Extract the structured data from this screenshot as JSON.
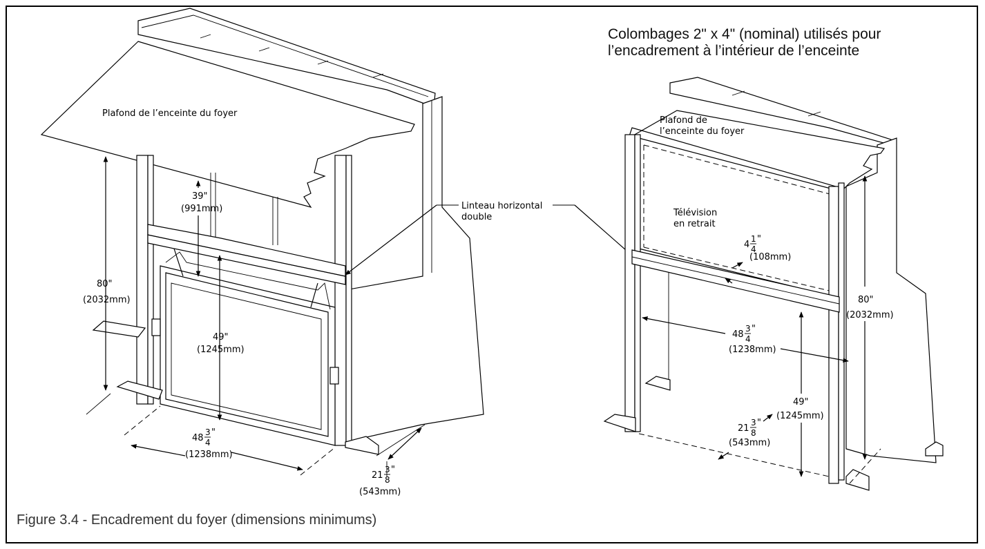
{
  "header": {
    "line1": "Colombages 2\" x 4\" (nominal) utilisés pour",
    "line2": "l’encadrement à l’intérieur de l’enceinte"
  },
  "left": {
    "ceiling": "Plafond de l’enceinte du foyer",
    "d39": "39\"",
    "d39mm": "(991mm)",
    "d80": "80\"",
    "d80mm": "(2032mm)",
    "d49": "49\"",
    "d49mm": "(1245mm)",
    "d48": "48",
    "d48frac_n": "3",
    "d48frac_d": "4",
    "d48mm": "(1238mm)",
    "d21": "21",
    "d21frac_n": "3",
    "d21frac_d": "8",
    "d21mm": "(543mm)"
  },
  "callout": {
    "line1": "Linteau horizontal",
    "line2": "double"
  },
  "right": {
    "ceiling1": "Plafond de",
    "ceiling2": "l’enceinte du foyer",
    "tv1": "Télévision",
    "tv2": "en retrait",
    "d4": "4",
    "d4frac_n": "1",
    "d4frac_d": "4",
    "d4mm": "(108mm)",
    "d48": "48",
    "d48frac_n": "3",
    "d48frac_d": "4",
    "d48mm": "(1238mm)",
    "d49": "49\"",
    "d49mm": "(1245mm)",
    "d80": "80\"",
    "d80mm": "(2032mm)",
    "d21": "21",
    "d21frac_n": "3",
    "d21frac_d": "8",
    "d21mm": "(543mm)"
  },
  "caption": "Figure 3.4 - Encadrement du foyer (dimensions minimums)"
}
